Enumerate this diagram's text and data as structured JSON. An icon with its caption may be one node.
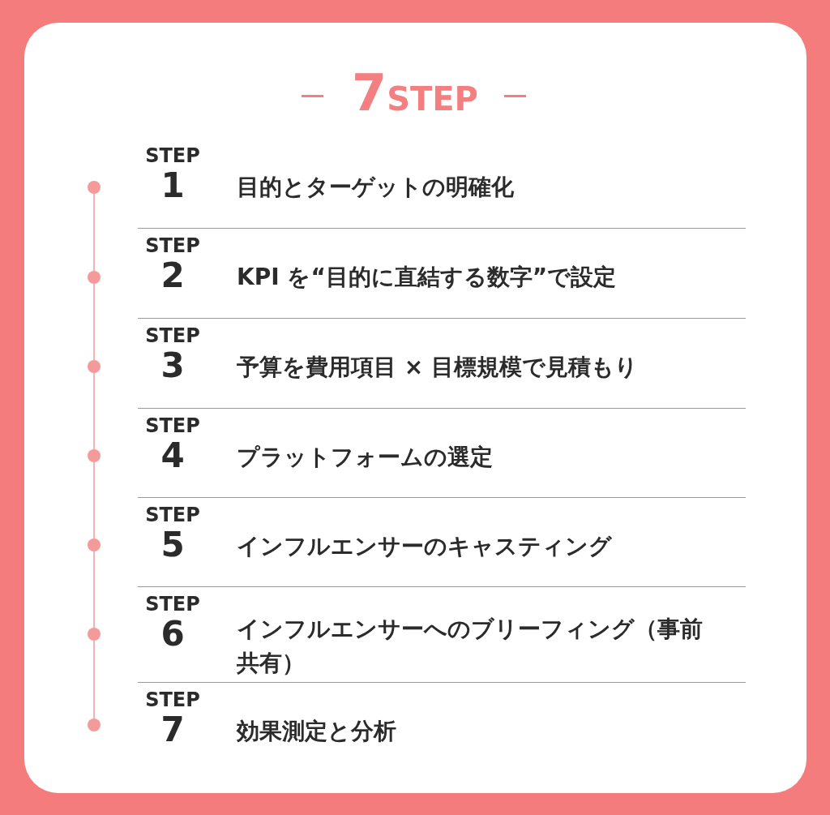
{
  "diagram": {
    "title": "7STEP",
    "nodes": [
      {
        "text": [
          "STEP 1",
          "目的とターゲットの明確化"
        ]
      },
      {
        "text": [
          "STEP 2",
          "KPI を“目的に直結する数字”で設定"
        ]
      },
      {
        "text": [
          "STEP 3",
          "予算を費用項目 × 目標規模で見積もり"
        ]
      },
      {
        "text": [
          "STEP 4",
          "プラットフォームの選定"
        ]
      },
      {
        "text": [
          "STEP 5",
          "インフルエンサーのキャスティング"
        ]
      },
      {
        "text": [
          "STEP 6",
          "インフルエンサーへのブリーフィング（事前共有）"
        ]
      },
      {
        "text": [
          "STEP 7",
          "効果測定と分析"
        ]
      },
      {
        "text": [],
        "shape": "circle"
      },
      {
        "text": [],
        "shape": "circle"
      },
      {
        "text": [],
        "shape": "circle"
      },
      {
        "text": [],
        "shape": "circle"
      },
      {
        "text": [],
        "shape": "circle"
      },
      {
        "text": [],
        "shape": "circle"
      },
      {
        "text": [],
        "shape": "circle"
      }
    ],
    "edges": [
      {
        "from": 7,
        "to": 8,
        "arrow": "none"
      },
      {
        "from": 8,
        "to": 9,
        "arrow": "none"
      },
      {
        "from": 9,
        "to": 10,
        "arrow": "none"
      },
      {
        "from": 10,
        "to": 11,
        "arrow": "none"
      },
      {
        "from": 11,
        "to": 12,
        "arrow": "none"
      },
      {
        "from": 12,
        "to": 13,
        "arrow": "none"
      }
    ]
  }
}
